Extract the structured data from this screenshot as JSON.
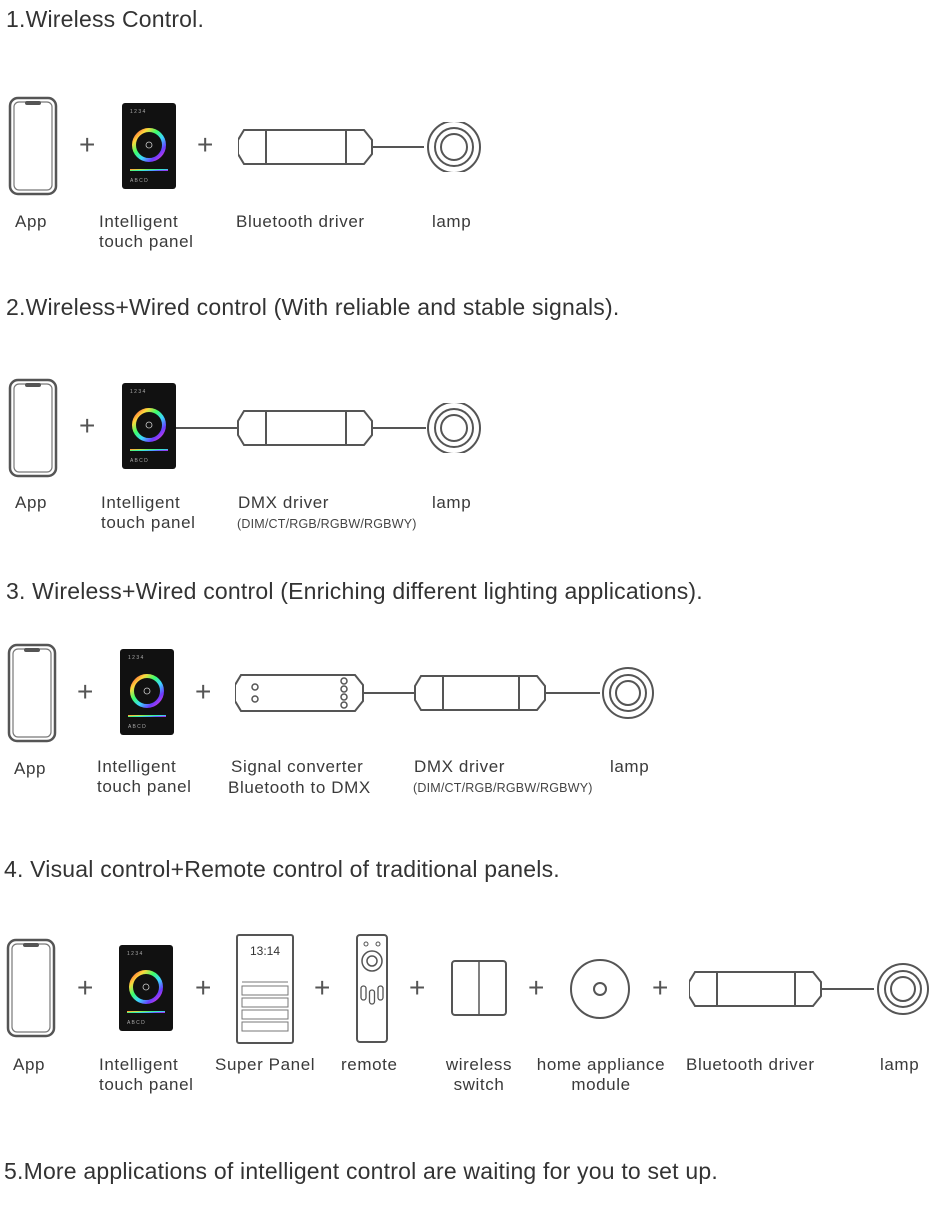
{
  "section1": {
    "title": "1.Wireless Control.",
    "labels": {
      "app": "App",
      "panel_l1": "Intelligent",
      "panel_l2": "touch panel",
      "driver": "Bluetooth driver",
      "lamp": "lamp"
    },
    "plus": [
      "+",
      "+"
    ]
  },
  "section2": {
    "title": "2.Wireless+Wired control (With reliable and stable signals).",
    "labels": {
      "app": "App",
      "panel_l1": "Intelligent",
      "panel_l2": "touch panel",
      "driver": "DMX driver",
      "driver_sub": "(DIM/CT/RGB/RGBW/RGBWY)",
      "lamp": "lamp"
    },
    "plus": [
      "+"
    ]
  },
  "section3": {
    "title": "3. Wireless+Wired control (Enriching different lighting applications).",
    "labels": {
      "app": "App",
      "panel_l1": "Intelligent",
      "panel_l2": "touch panel",
      "converter_l1": "Signal converter",
      "converter_l2": "Bluetooth to DMX",
      "driver": "DMX driver",
      "driver_sub": "(DIM/CT/RGB/RGBW/RGBWY)",
      "lamp": "lamp"
    },
    "plus": [
      "+",
      "+"
    ]
  },
  "section4": {
    "title": "4. Visual control+Remote control of traditional panels.",
    "labels": {
      "app": "App",
      "panel_l1": "Intelligent",
      "panel_l2": "touch panel",
      "super_panel": "Super Panel",
      "super_panel_time": "13:14",
      "remote": "remote",
      "switch_l1": "wireless",
      "switch_l2": "switch",
      "module_l1": "home appliance",
      "module_l2": "module",
      "driver": "Bluetooth driver",
      "lamp": "lamp"
    },
    "plus": [
      "+",
      "+",
      "+",
      "+",
      "+",
      "+"
    ]
  },
  "section5": {
    "title": "5.More applications of intelligent control are waiting for you to set up."
  },
  "colors": {
    "line": "#555555",
    "panel_bg": "#111111",
    "text": "#3a3a3a"
  }
}
